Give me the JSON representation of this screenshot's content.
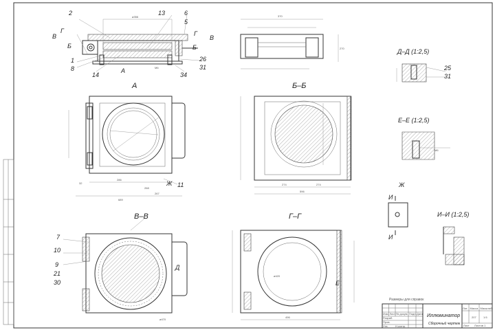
{
  "views": {
    "a": "А",
    "bb": "Б–Б",
    "vv": "В–В",
    "gg": "Г–Г",
    "dd": "Д–Д (1:2,5)",
    "ee": "Е–Е (1:2,5)",
    "zh": "Ж",
    "ii": "И–И (1:2,5)"
  },
  "section_marks": {
    "v": "В",
    "g": "Г",
    "b": "Б",
    "d": "Д",
    "e": "Е",
    "i": "И",
    "zh": "Ж",
    "a": "А"
  },
  "callouts_main": [
    "2",
    "13",
    "6",
    "5",
    "1",
    "8",
    "14",
    "34",
    "26",
    "31"
  ],
  "callouts_a": [
    "11"
  ],
  "callouts_vv": [
    "7",
    "10",
    "9",
    "21",
    "30"
  ],
  "callouts_dd": [
    "25",
    "31"
  ],
  "dimensions": {
    "main_dia": "ø356",
    "main_thread": "М6",
    "a_total": "689",
    "a_left": "286",
    "a_mid": "268",
    "a_right": "267",
    "a_off": "32",
    "bb_w1": "596",
    "bb_w2": "274",
    "bb_w3": "274",
    "top_w": "370",
    "top_h": "270",
    "gg_w": "496",
    "gg_dia": "ø420",
    "vv_dia": "ø470",
    "ee_thread": "М6"
  },
  "title_block": {
    "note": "Размеры для справок",
    "name": "Иллюминатор",
    "doc_type": "Сборочный чертеж",
    "lit_label": "Лит.",
    "mass_label": "Масса",
    "scale_label": "Масштаб",
    "mass": "207",
    "scale": "1:5",
    "sheet_label": "Лист",
    "sheets_label": "Листов 1",
    "col_izm": "Изм.",
    "col_list": "Лист",
    "col_doc": "№ докум.",
    "col_sign": "Подп.",
    "col_date": "Дата",
    "razrab": "Разраб.",
    "prov": "Пров.",
    "nkontr": "Н.контр.",
    "utv": "Утв."
  }
}
